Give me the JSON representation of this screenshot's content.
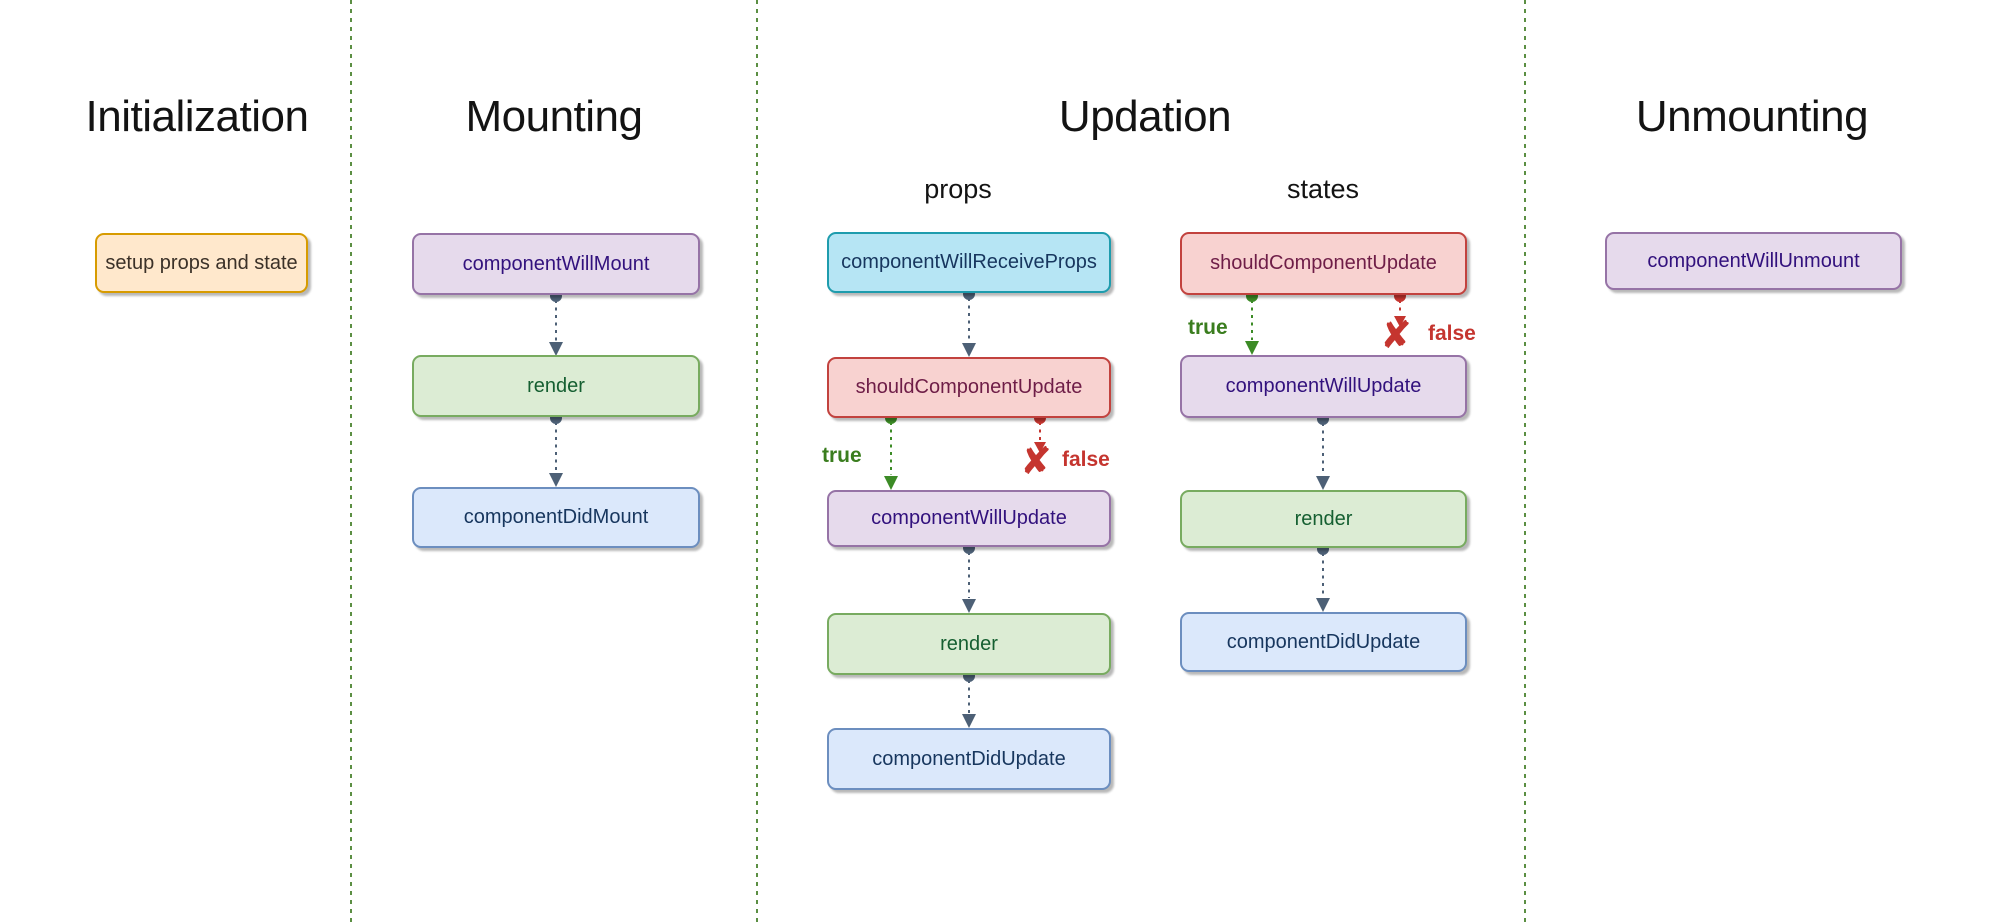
{
  "palette": {
    "title-color": "#131313",
    "separator": "#5b8f43",
    "arrow": "#4d6076",
    "green-arrow": "#3c8b26",
    "red-arrow": "#c5352f",
    "true-color": "#3a7d1e",
    "false-color": "#c5352f",
    "orange-bg": "#ffe8cc",
    "orange-border": "#d79b00",
    "orange-text": "#3b3128",
    "purple-bg": "#e6daec",
    "purple-border": "#9673a6",
    "purple-text": "#32117d",
    "green-bg": "#dcecd4",
    "green-border": "#78ab60",
    "green-text": "#155f31",
    "blue-bg": "#dbe8fb",
    "blue-border": "#6c8ebf",
    "blue-text": "#17365e",
    "red-bg": "#f8d2d0",
    "red-border": "#c2423e",
    "red-text": "#6e1d47",
    "cyan-bg": "#b6e5f4",
    "cyan-border": "#1e9cad",
    "cyan-text": "#17365e"
  },
  "columns": {
    "initialization": {
      "title": "Initialization",
      "nodes": [
        {
          "label": "setup props and state",
          "kind": "orange"
        }
      ]
    },
    "mounting": {
      "title": "Mounting",
      "nodes": [
        {
          "label": "componentWillMount",
          "kind": "purple"
        },
        {
          "label": "render",
          "kind": "green"
        },
        {
          "label": "componentDidMount",
          "kind": "blue"
        }
      ]
    },
    "updation": {
      "title": "Updation",
      "props": {
        "title": "props",
        "nodes": [
          {
            "label": "componentWillReceiveProps",
            "kind": "cyan"
          },
          {
            "label": "shouldComponentUpdate",
            "kind": "red"
          },
          {
            "label": "componentWillUpdate",
            "kind": "purple"
          },
          {
            "label": "render",
            "kind": "green"
          },
          {
            "label": "componentDidUpdate",
            "kind": "blue"
          }
        ],
        "branch": {
          "true_label": "true",
          "false_label": "false",
          "false_icon": "✘"
        }
      },
      "states": {
        "title": "states",
        "nodes": [
          {
            "label": "shouldComponentUpdate",
            "kind": "red"
          },
          {
            "label": "componentWillUpdate",
            "kind": "purple"
          },
          {
            "label": "render",
            "kind": "green"
          },
          {
            "label": "componentDidUpdate",
            "kind": "blue"
          }
        ],
        "branch": {
          "true_label": "true",
          "false_label": "false",
          "false_icon": "✘"
        }
      }
    },
    "unmounting": {
      "title": "Unmounting",
      "nodes": [
        {
          "label": "componentWillUnmount",
          "kind": "purple"
        }
      ]
    }
  }
}
